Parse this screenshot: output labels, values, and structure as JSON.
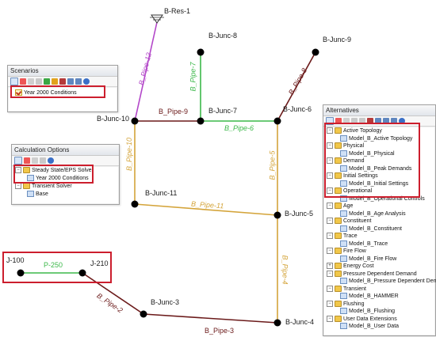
{
  "network": {
    "reservoir": "B-Res-1",
    "junctions": {
      "junc6": "B-Junc-6",
      "junc7": "B-Junc-7",
      "junc8": "B-Junc-8",
      "junc9": "B-Junc-9",
      "junc10": "B-Junc-10",
      "junc11": "B-Junc-11",
      "junc5": "B-Junc-5",
      "junc3": "B-Junc-3",
      "junc4": "B-Junc-4",
      "j100": "J-100",
      "j210": "J-210"
    },
    "pipes": {
      "pipe12": "B_Pipe-12",
      "pipe7": "B_Pipe-7",
      "pipe8": "B_Pipe-8",
      "pipe9": "B_Pipe-9",
      "pipe6": "B_Pipe-6",
      "pipe10": "B_Pipe-10",
      "pipe11": "B_Pipe-11",
      "pipe5": "B_Pipe-5",
      "pipe4": "B_Pipe-4",
      "pipe2": "B_Pipe-2",
      "pipe3": "B_Pipe-3",
      "p250": "P-250"
    },
    "colors": {
      "pipe_purple": "#b347c9",
      "pipe_green": "#3cb84a",
      "pipe_maroon": "#6b1a1a",
      "pipe_tan": "#d4a43a",
      "highlight": "#cc1e2d"
    }
  },
  "scenarios": {
    "title": "Scenarios",
    "item": "Year 2000 Conditions"
  },
  "calc_options": {
    "title": "Calculation Options",
    "items": [
      "Steady State/EPS Solver",
      "Year 2000 Conditions",
      "Transient Solver",
      "Base"
    ]
  },
  "alternatives": {
    "title": "Alternatives",
    "items": [
      {
        "label": "Active Topology",
        "child": "Model_B_Active Topology"
      },
      {
        "label": "Physical",
        "child": "Model_B_Physical"
      },
      {
        "label": "Demand",
        "child": "Model_B_Peak Demands"
      },
      {
        "label": "Initial Settings",
        "child": "Model_B_Initial Settings"
      },
      {
        "label": "Operational",
        "child": "Model_B_Operational Controls"
      },
      {
        "label": "Age",
        "child": "Model_B_Age Analysis"
      },
      {
        "label": "Constituent",
        "child": "Model_B_Constituent"
      },
      {
        "label": "Trace",
        "child": "Model_B_Trace"
      },
      {
        "label": "Fire Flow",
        "child": "Model_B_Fire Flow"
      },
      {
        "label": "Energy Cost",
        "child": ""
      },
      {
        "label": "Pressure Dependent Demand",
        "child": "Model_B_Pressure Dependent Demand"
      },
      {
        "label": "Transient",
        "child": "Model_B_HAMMER"
      },
      {
        "label": "Flushing",
        "child": "Model_B_Flushing"
      },
      {
        "label": "User Data Extensions",
        "child": "Model_B_User Data"
      }
    ]
  }
}
